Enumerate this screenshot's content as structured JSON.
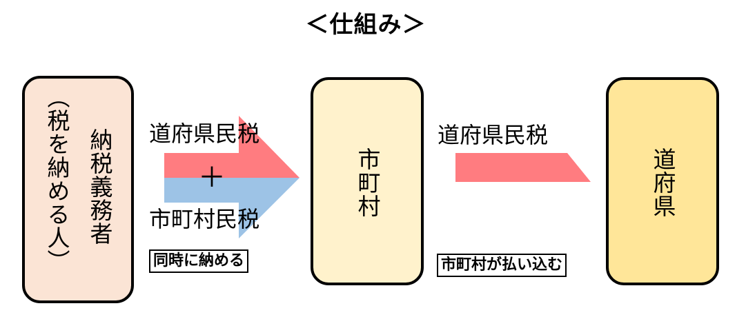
{
  "title": "＜仕組み＞",
  "boxes": {
    "taxpayer": {
      "main_label": "納税義務者",
      "sub_label": "（税を納める人）",
      "fill": "#FBE4D5"
    },
    "municipality": {
      "label": "市町村",
      "fill": "#FFF2CC"
    },
    "prefecture": {
      "label": "道府県",
      "fill": "#FFE699"
    }
  },
  "flow1": {
    "top_label": "道府県民税",
    "plus": "＋",
    "bottom_label": "市町村民税",
    "note": "同時に納める",
    "colors": {
      "prefectural": "#FF7C80",
      "municipal": "#9DC3E6"
    }
  },
  "flow2": {
    "label": "道府県民税",
    "note": "市町村が払い込む",
    "color": "#FF7C80"
  }
}
